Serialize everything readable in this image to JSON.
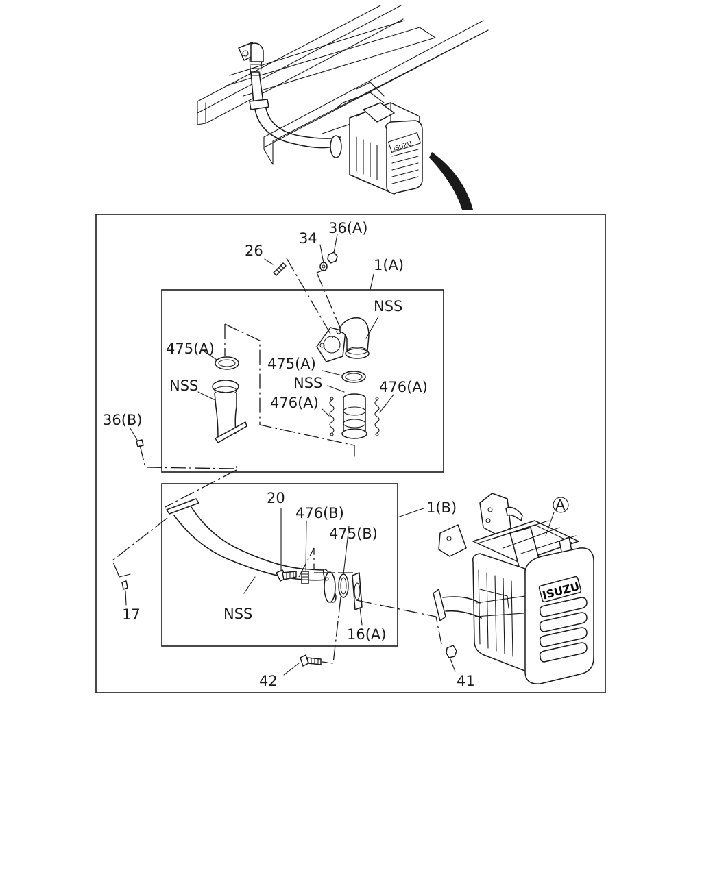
{
  "labels": {
    "p26": "26",
    "p34": "34",
    "p36a": "36(A)",
    "p1a": "1(A)",
    "nss_elbow": "NSS",
    "p475a_left": "475(A)",
    "nss_flex": "NSS",
    "p475a_right": "475(A)",
    "nss_bellows": "NSS",
    "p476a_left": "476(A)",
    "p476a_right": "476(A)",
    "p36b": "36(B)",
    "p20": "20",
    "p476b": "476(B)",
    "p475b": "475(B)",
    "p1b": "1(B)",
    "circle_a": "A",
    "p17": "17",
    "nss_pipe": "NSS",
    "p16a": "16(A)",
    "p42": "42",
    "p41": "41",
    "brand": "ISUZU"
  }
}
